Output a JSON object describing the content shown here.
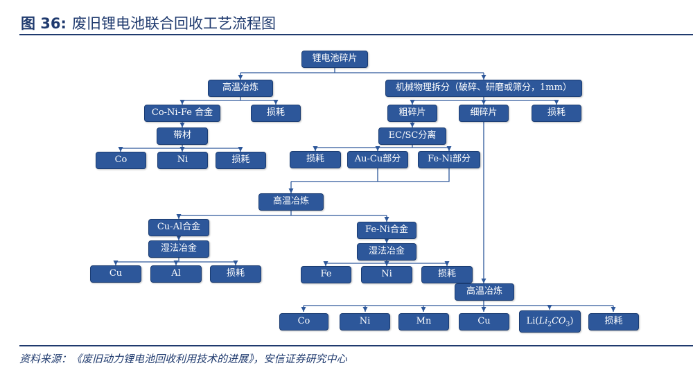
{
  "header": {
    "figure_label": "图 36",
    "title": "废旧锂电池联合回收工艺流程图"
  },
  "nodes": {
    "root": "锂电池碎片",
    "high_temp_1": "高温冶炼",
    "mechanical": "机械物理拆分（破碎、研磨或筛分，1mm）",
    "co_ni_fe_alloy": "Co-Ni-Fe 合金",
    "loss_1": "损耗",
    "coarse": "粗碎片",
    "fine": "细碎片",
    "loss_2": "损耗",
    "strip": "带材",
    "ec_sc": "EC/SC分离",
    "co_1": "Co",
    "ni_1": "Ni",
    "loss_3": "损耗",
    "loss_4": "损耗",
    "au_cu": "Au-Cu部分",
    "fe_ni_part": "Fe-Ni部分",
    "high_temp_2": "高温冶炼",
    "cu_al_alloy": "Cu-Al合金",
    "fe_ni_alloy": "Fe-Ni合金",
    "hydro_1": "湿法冶金",
    "hydro_2": "湿法冶金",
    "cu_1": "Cu",
    "al": "Al",
    "loss_5": "损耗",
    "fe": "Fe",
    "ni_2": "Ni",
    "loss_6": "损耗",
    "high_temp_3": "高温冶炼",
    "co_2": "Co",
    "ni_3": "Ni",
    "mn": "Mn",
    "cu_2": "Cu",
    "li_prefix": "Li(",
    "li_li": "Li",
    "li_sub2": "2",
    "li_co": "CO",
    "li_sub3": "3",
    "li_close": ")",
    "loss_7": "损耗"
  },
  "footer": {
    "source": "资料来源：《废旧动力锂电池回收利用技术的进展》，安信证券研究中心"
  },
  "colors": {
    "node_fill": "#2d579a",
    "node_border": "#1a3c72",
    "node_text": "#ffffff",
    "connector": "#2d579a",
    "title": "#1f3a6e"
  }
}
